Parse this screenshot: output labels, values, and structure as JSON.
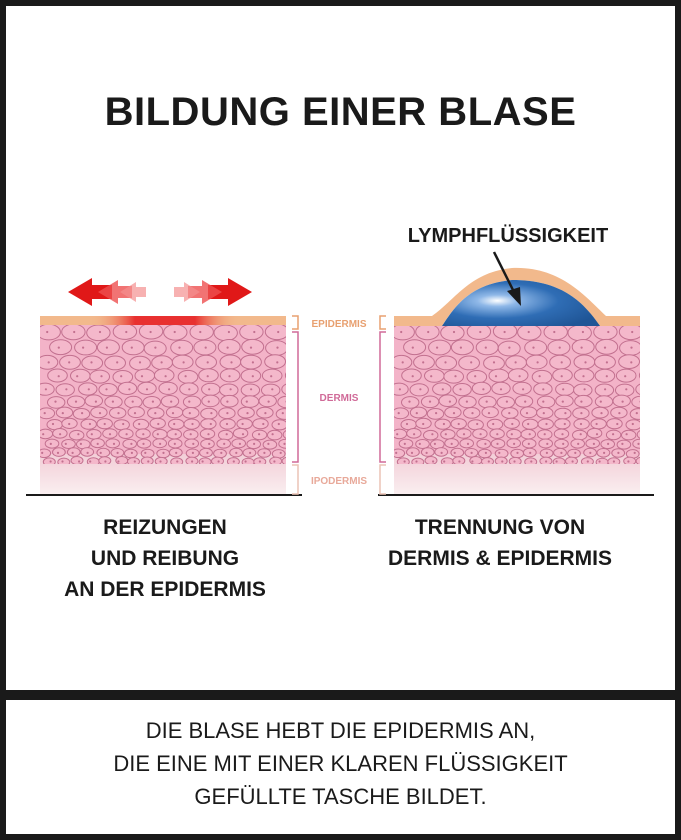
{
  "title": "BILDUNG EINER BLASE",
  "labels": {
    "epidermis": "EPIDERMIS",
    "dermis": "DERMIS",
    "hypodermis": "IPODERMIS",
    "lymph": "LYMPHFLÜSSIGKEIT"
  },
  "captions": {
    "left": [
      "REIZUNGEN",
      "UND REIBUNG",
      "AN DER EPIDERMIS"
    ],
    "right": [
      "TRENNUNG VON",
      "DERMIS & EPIDERMIS"
    ]
  },
  "footer": [
    "DIE BLASE HEBT DIE EPIDERMIS AN,",
    "DIE EINE MIT EINER KLAREN FLÜSSIGKEIT",
    "GEFÜLLTE TASCHE BILDET."
  ],
  "colors": {
    "frame": "#1a1a1a",
    "epidermis": "#f2b98c",
    "dermis": "#f3b3c8",
    "cell": "#f4b8cb",
    "cell_stroke": "#c2708f",
    "hypodermis": "#f7dde2",
    "blister": "#2f6db5",
    "arrow": "#e02020",
    "label_epidermis": "#e8a070",
    "label_dermis": "#d06a98"
  }
}
